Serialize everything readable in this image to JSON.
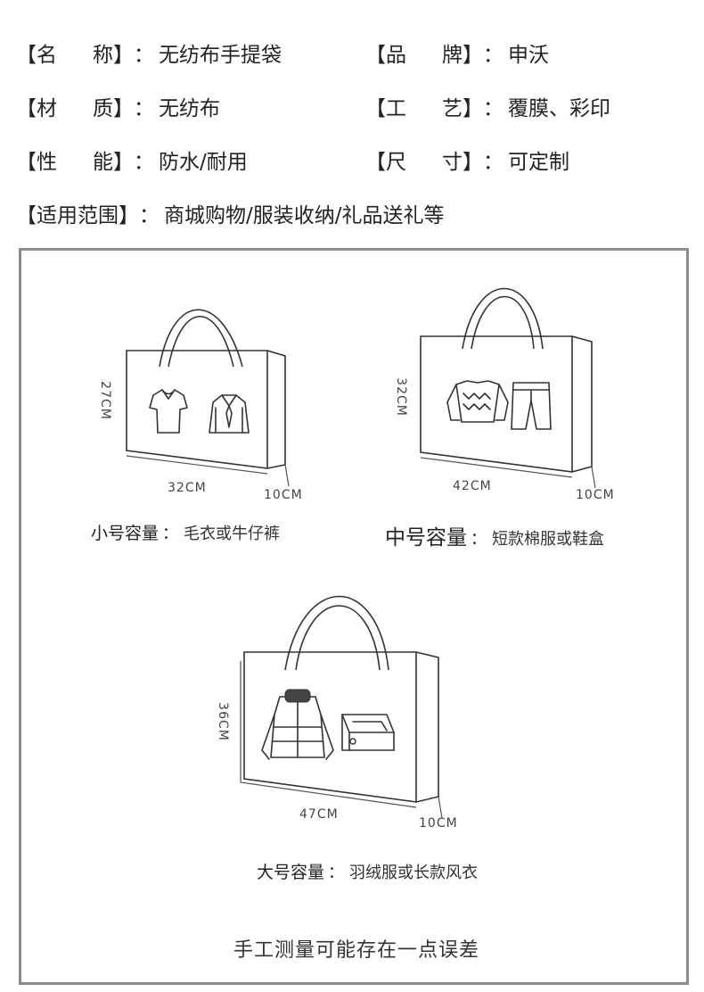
{
  "specs": {
    "row1": [
      {
        "open": "【",
        "label_a": "名",
        "label_b": "称",
        "close": "】",
        "colon": "：",
        "value": "无纺布手提袋"
      },
      {
        "open": "【",
        "label_a": "品",
        "label_b": "牌",
        "close": "】",
        "colon": "：",
        "value": "申沃"
      }
    ],
    "row2": [
      {
        "open": "【",
        "label_a": "材",
        "label_b": "质",
        "close": "】",
        "colon": "：",
        "value": "无纺布"
      },
      {
        "open": "【",
        "label_a": "工",
        "label_b": "艺",
        "close": "】",
        "colon": "：",
        "value": "覆膜、彩印"
      }
    ],
    "row3": [
      {
        "open": "【",
        "label_a": "性",
        "label_b": "能",
        "close": "】",
        "colon": "：",
        "value": "防水/耐用"
      },
      {
        "open": "【",
        "label_a": "尺",
        "label_b": "寸",
        "close": "】",
        "colon": "：",
        "value": "可定制"
      }
    ],
    "row4": {
      "label": "【适用范围】",
      "colon": "：",
      "value": "商城购物/服装收纳/礼品送礼等"
    }
  },
  "bags": {
    "small": {
      "height": "27CM",
      "width": "32CM",
      "depth": "10CM",
      "title": "小号容量",
      "colon": "：",
      "desc": "毛衣或牛仔裤",
      "icons": [
        "tshirt-icon",
        "shirt-tie-icon"
      ]
    },
    "medium": {
      "height": "32CM",
      "width": "42CM",
      "depth": "10CM",
      "title": "中号容量",
      "colon": "：",
      "desc": "短款棉服或鞋盒",
      "icons": [
        "sweater-icon",
        "pants-icon"
      ]
    },
    "large": {
      "height": "36CM",
      "width": "47CM",
      "depth": "10CM",
      "title": "大号容量",
      "colon": "：",
      "desc": "羽绒服或长款风衣",
      "icons": [
        "down-jacket-icon",
        "shoe-box-icon"
      ]
    }
  },
  "note": "手工测量可能存在一点误差",
  "colors": {
    "border": "#8c8c8c",
    "line": "#333333",
    "text": "#222222"
  }
}
